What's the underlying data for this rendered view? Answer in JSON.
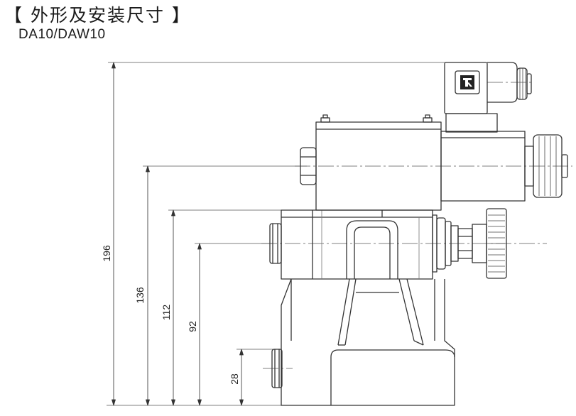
{
  "header": {
    "title": "【 外形及安装尺寸 】",
    "model": "DA10/DAW10"
  },
  "dimensions": [
    {
      "id": "d196",
      "label": "196"
    },
    {
      "id": "d136",
      "label": "136"
    },
    {
      "id": "d112",
      "label": "112"
    },
    {
      "id": "d92",
      "label": "92"
    },
    {
      "id": "d28",
      "label": "28"
    }
  ]
}
